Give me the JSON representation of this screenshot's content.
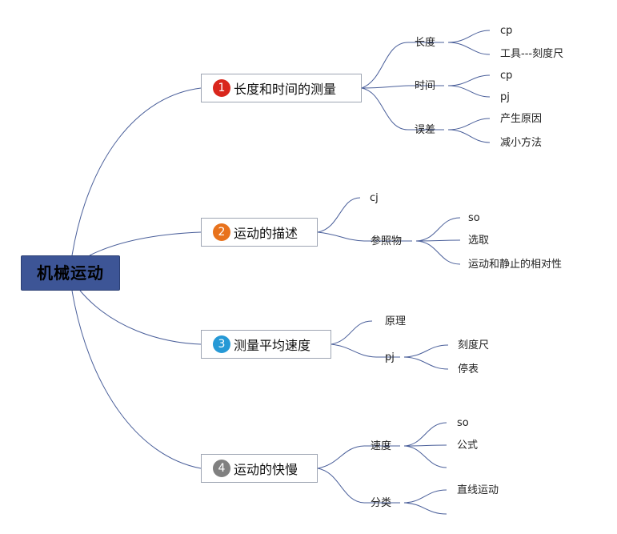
{
  "root": {
    "label": "机械运动"
  },
  "badge_colors": {
    "1": "#d9261c",
    "2": "#e8721c",
    "3": "#2699d6",
    "4": "#808080"
  },
  "topics": [
    {
      "number": "1",
      "label": "长度和时间的测量",
      "children": [
        {
          "label": "长度",
          "children": [
            {
              "label": "cp"
            },
            {
              "label": "工具---刻度尺"
            }
          ]
        },
        {
          "label": "时间",
          "children": [
            {
              "label": "cp"
            },
            {
              "label": "pj"
            }
          ]
        },
        {
          "label": "误差",
          "children": [
            {
              "label": "产生原因"
            },
            {
              "label": "减小方法"
            }
          ]
        }
      ]
    },
    {
      "number": "2",
      "label": "运动的描述",
      "children": [
        {
          "label": "cj",
          "children": []
        },
        {
          "label": "参照物",
          "children": [
            {
              "label": "so"
            },
            {
              "label": "选取"
            },
            {
              "label": "运动和静止的相对性"
            }
          ]
        }
      ]
    },
    {
      "number": "3",
      "label": "测量平均速度",
      "children": [
        {
          "label": "原理",
          "children": []
        },
        {
          "label": "pj",
          "children": [
            {
              "label": "刻度尺"
            },
            {
              "label": "停表"
            }
          ]
        }
      ]
    },
    {
      "number": "4",
      "label": "运动的快慢",
      "children": [
        {
          "label": "速度",
          "children": [
            {
              "label": "so"
            },
            {
              "label": "公式"
            },
            {
              "label": ""
            }
          ]
        },
        {
          "label": "分类",
          "children": [
            {
              "label": "直线运动"
            },
            {
              "label": ""
            }
          ]
        }
      ]
    }
  ]
}
